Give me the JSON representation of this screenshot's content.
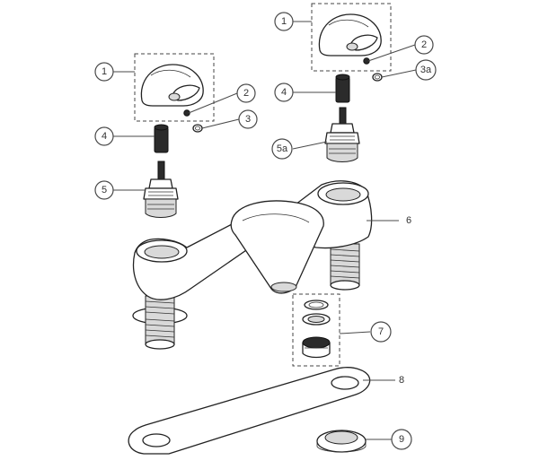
{
  "diagram": {
    "callouts": [
      {
        "id": "c1-left",
        "label": "1"
      },
      {
        "id": "c2-left",
        "label": "2"
      },
      {
        "id": "c3",
        "label": "3"
      },
      {
        "id": "c4-left",
        "label": "4"
      },
      {
        "id": "c5",
        "label": "5"
      },
      {
        "id": "c1-right",
        "label": "1"
      },
      {
        "id": "c2-right",
        "label": "2"
      },
      {
        "id": "c3a",
        "label": "3a"
      },
      {
        "id": "c4-right",
        "label": "4"
      },
      {
        "id": "c5a",
        "label": "5a"
      },
      {
        "id": "c6",
        "label": "6"
      },
      {
        "id": "c7",
        "label": "7"
      },
      {
        "id": "c8",
        "label": "8"
      },
      {
        "id": "c9",
        "label": "9"
      }
    ]
  },
  "colors": {
    "line": "#222222",
    "shade": "#d9d9d9",
    "dark_part": "#2b2b2b"
  }
}
